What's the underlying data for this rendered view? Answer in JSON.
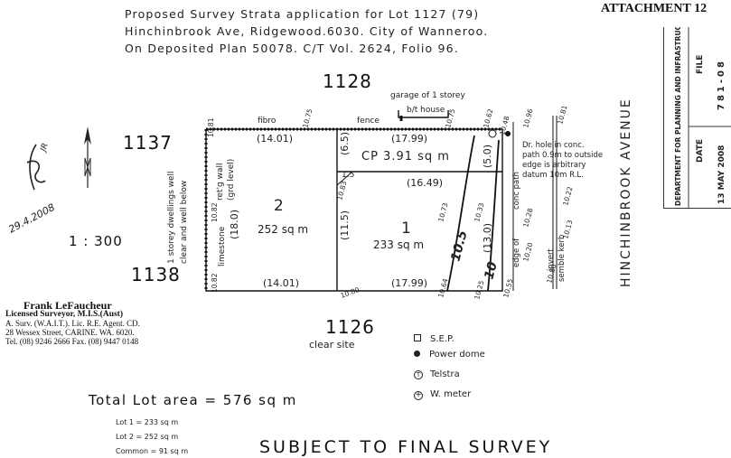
{
  "header": {
    "line1": "Proposed Survey Strata application for Lot 1127 (79)",
    "line2": "Hinchinbrook Ave, Ridgewood.6030.   City of Wanneroo.",
    "line3": "On Deposited Plan 50078.   C/T Vol. 2624, Folio 96."
  },
  "attachment": "ATTACHMENT 12",
  "stamp": {
    "department": "DEPARTMENT FOR PLANNING AND INFRASTRUCTURE",
    "file_label": "FILE",
    "file_number": "781-08",
    "date_label": "DATE",
    "date_value": "13 MAY 2008"
  },
  "neighbours": {
    "top": "1128",
    "left_top": "1137",
    "left_bottom": "1138",
    "bottom": "1126",
    "bottom_note": "clear site"
  },
  "street": "HINCHINBROOK   AVENUE",
  "scale": "1 : 300",
  "signature": {
    "initials": "JR",
    "date": "29.4.2008"
  },
  "surveyor": {
    "name": "Frank LeFaucheur",
    "licence": "Licensed Surveyor, M.I.S.(Aust)",
    "line1": "A. Surv. (W.A.I.T.). Lic. R.E. Agent. CD.",
    "line2": "28 Wessex Street, CARINE. WA. 6020.",
    "line3": "Tel. (08) 9246 2666   Fax. (08) 9447 0148"
  },
  "plan": {
    "lot2_number": "2",
    "lot2_area": "252 sq m",
    "lot1_number": "1",
    "lot1_area": "233 sq m",
    "cp_label": "CP  3.91 sq m",
    "dim_top_left": "(14.01)",
    "dim_top_right": "(17.99)",
    "dim_bottom_left": "(14.01)",
    "dim_bottom_right": "(17.99)",
    "dim_left": "(18.0)",
    "dim_mid": "(11.5)",
    "dim_cp_left": "(6.5)",
    "dim_cp_right": "(5.0)",
    "dim_lot1_top": "(16.49)",
    "dim_lot1_right": "(13.0)",
    "fence_fibro": "fibro",
    "fence_label": "fence",
    "garage_note": "garage of 1 storey",
    "bt_house": "b/t house",
    "storey_note_1": "1 storey dwellings well",
    "storey_note_2": "clear and well below",
    "ret_wall_1": "ret'g wall",
    "ret_wall_2": "(grd level)",
    "limestone": "limestone",
    "cp_15": "1.5",
    "datum_1": "Dr. hole in conc.",
    "datum_2": "path 0.9m to outside",
    "datum_3": "edge is arbitrary",
    "datum_4": "datum 10m R.L.",
    "conc_path": "conc path",
    "edge_of": "edge of",
    "invert": "invert",
    "kerb": "semble kerb",
    "contour_105": "10.5",
    "contour_10": "10",
    "levels": [
      "10.81",
      "10.75",
      "10.75",
      "10.62",
      "10.48",
      "10.96",
      "10.81",
      "10.83",
      "10.82",
      "10.73",
      "10.33",
      "10.28",
      "10.82",
      "10.80",
      "10.64",
      "10.25",
      "10.55",
      "10.86",
      "10.13",
      "10.20",
      "10.22"
    ]
  },
  "legend": {
    "sep": "S.E.P.",
    "power": "Power dome",
    "telstra": "Telstra",
    "meter": "W. meter"
  },
  "totals": {
    "total": "Total Lot area = 576 sq m",
    "lot1": "Lot 1 = 233 sq m",
    "lot2": "Lot 2 = 252 sq m",
    "common": "Common = 91 sq m"
  },
  "footer": "SUBJECT TO FINAL SURVEY"
}
